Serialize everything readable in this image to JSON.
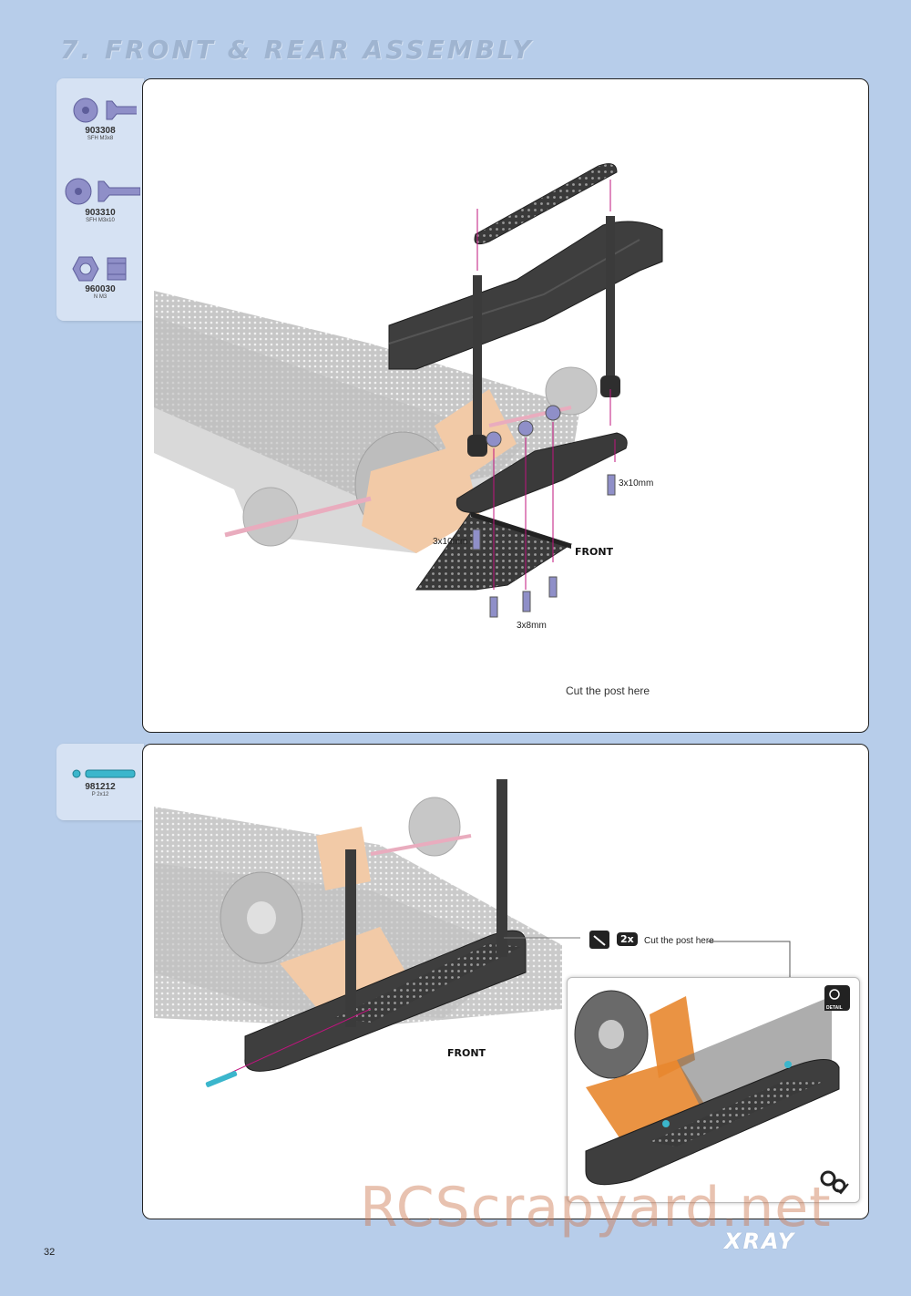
{
  "page": {
    "title": "7. FRONT & REAR ASSEMBLY",
    "page_number": "32",
    "brand": "XRAY",
    "watermark": "RCScrapyard.net"
  },
  "step1": {
    "parts": [
      {
        "number": "903308",
        "desc": "SFH M3x8",
        "icon": "screw-icon"
      },
      {
        "number": "903310",
        "desc": "SFH M3x10",
        "icon": "screw-icon"
      },
      {
        "number": "960030",
        "desc": "N M3",
        "icon": "nut-icon"
      }
    ],
    "labels": {
      "screw_right": "3x10mm",
      "screw_left": "3x10mm",
      "screws_bottom": "3x8mm",
      "front": "FRONT",
      "cut_note": "Cut the post here"
    }
  },
  "step2": {
    "parts": [
      {
        "number": "981212",
        "desc": "P 2x12",
        "icon": "pin-icon"
      }
    ],
    "labels": {
      "front": "FRONT",
      "cut_note": "Cut the post here",
      "quantity": "2x",
      "detail": "DETAIL"
    }
  },
  "colors": {
    "background": "#b7cdea",
    "parts_panel": "#d6e2f3",
    "hardware": "#8f8fc8",
    "carbon": "#3a3a3a",
    "aluminium_orange": "#e8872f",
    "arrow_magenta": "#c0147e",
    "pin_cyan": "#3bb6cc"
  }
}
